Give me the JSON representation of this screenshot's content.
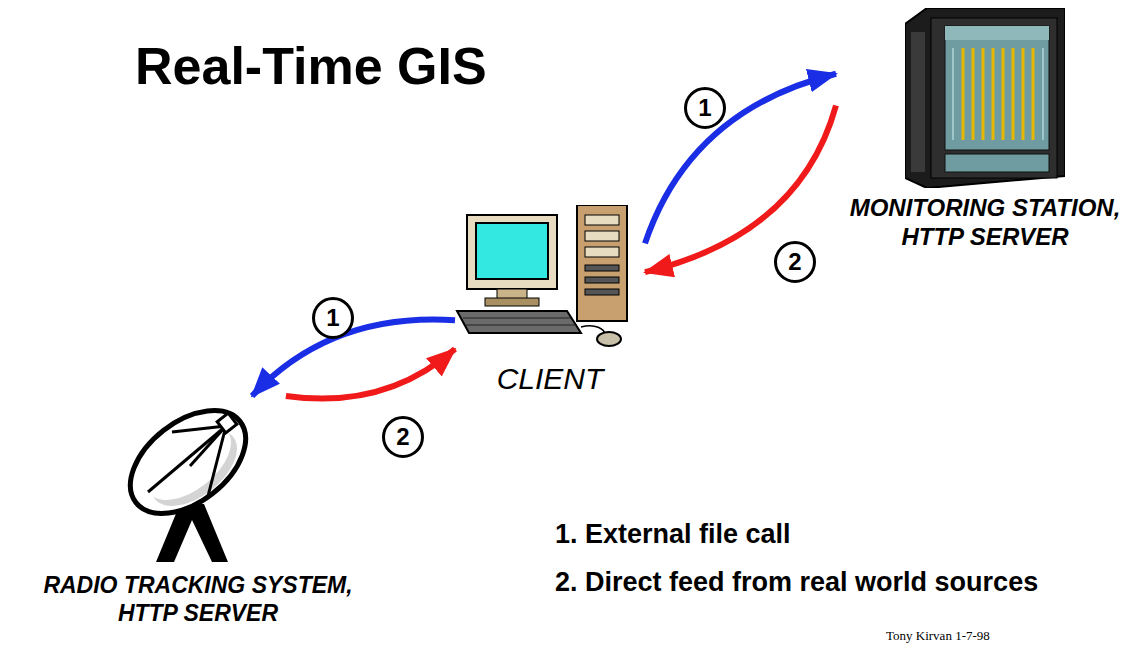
{
  "diagram": {
    "title": "Real-Time GIS",
    "nodes": [
      {
        "text": [
          "MONITORING STATION, HTTP SERVER"
        ]
      },
      {
        "text": [
          "CLIENT"
        ]
      },
      {
        "text": [
          "RADIO TRACKING SYSTEM, HTTP SERVER"
        ]
      }
    ],
    "edges": [
      {
        "from": 1,
        "to": 0,
        "arrow": "to",
        "label": "1"
      },
      {
        "from": 0,
        "to": 1,
        "arrow": "to",
        "label": "2"
      },
      {
        "from": 1,
        "to": 2,
        "arrow": "to",
        "label": "1"
      },
      {
        "from": 2,
        "to": 1,
        "arrow": "to",
        "label": "2"
      }
    ],
    "labels": [
      "1. External file call",
      "2. Direct feed from real world sources",
      "Tony Kirvan 1-7-98"
    ]
  }
}
